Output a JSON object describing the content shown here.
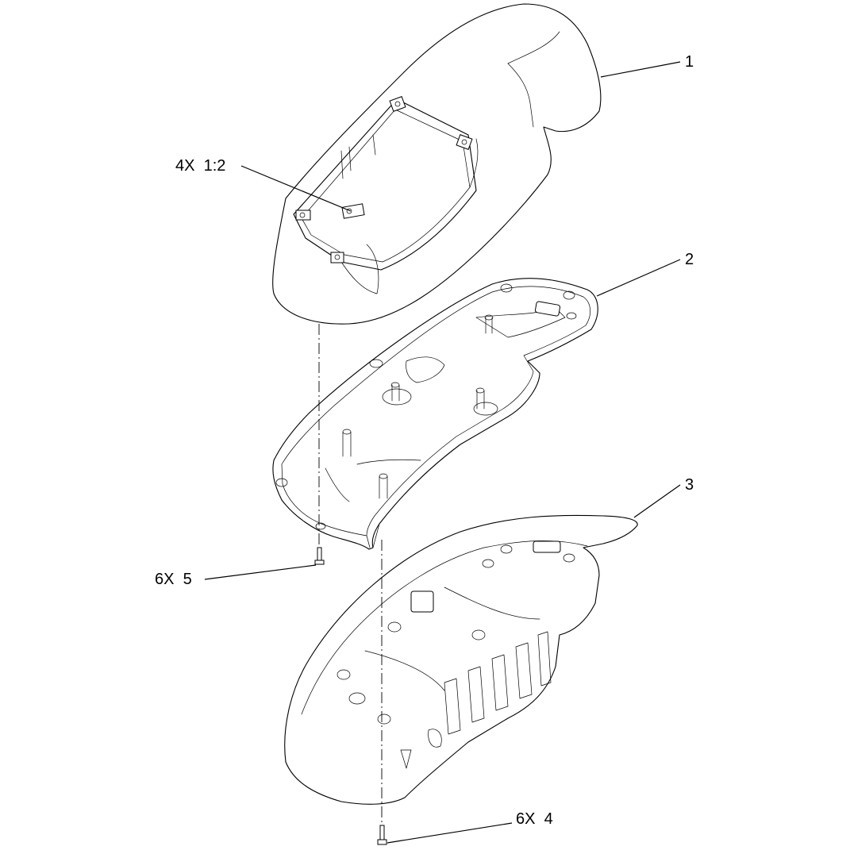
{
  "callouts": {
    "part1": "1",
    "part2": "2",
    "part3": "3",
    "clip_label": "4X  1:2",
    "screw5_label": "6X  5",
    "screw4_label": "6X  4"
  },
  "colors": {
    "line": "#000000",
    "background": "#ffffff"
  }
}
